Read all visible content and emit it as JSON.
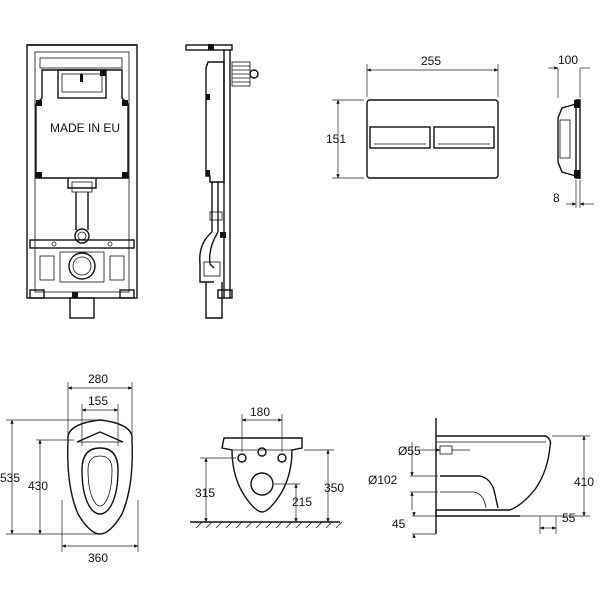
{
  "frame_label": "MADE IN EU",
  "flush_plate": {
    "width": "255",
    "height": "151",
    "depth": "100",
    "thickness": "8"
  },
  "bowl_top": {
    "width_outer": "280",
    "width_inner": "155",
    "length": "535",
    "length_inner": "430",
    "base_width": "360"
  },
  "bowl_front": {
    "fixing_spacing": "180",
    "inlet_height": "315",
    "outlet_height": "215",
    "rim_height": "350"
  },
  "bowl_side": {
    "inlet_dia": "Ø55",
    "outlet_dia": "Ø102",
    "height": "410",
    "base_offset": "45",
    "outlet_offset": "55"
  }
}
